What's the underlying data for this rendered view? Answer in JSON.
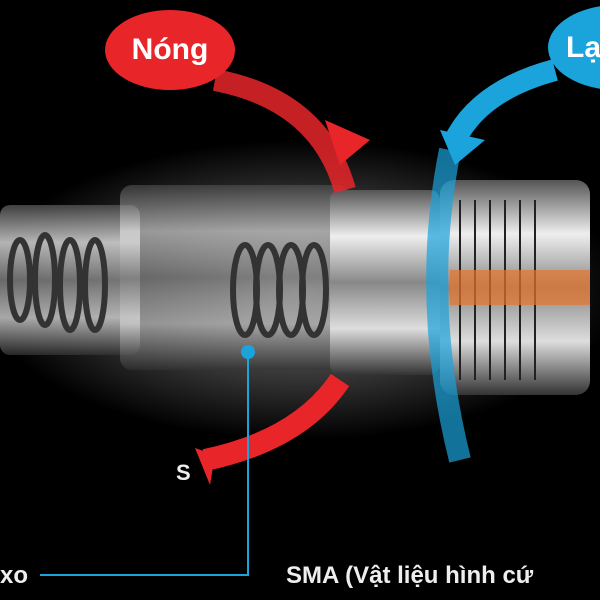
{
  "labels": {
    "hot": "Nóng",
    "cold": "Lạnh",
    "spring": "xo",
    "s_mark": "S",
    "sma": "SMA (Vật liệu hình cứ"
  },
  "colors": {
    "hot": "#e8262a",
    "cold": "#1ba3dc",
    "background": "#000000"
  }
}
